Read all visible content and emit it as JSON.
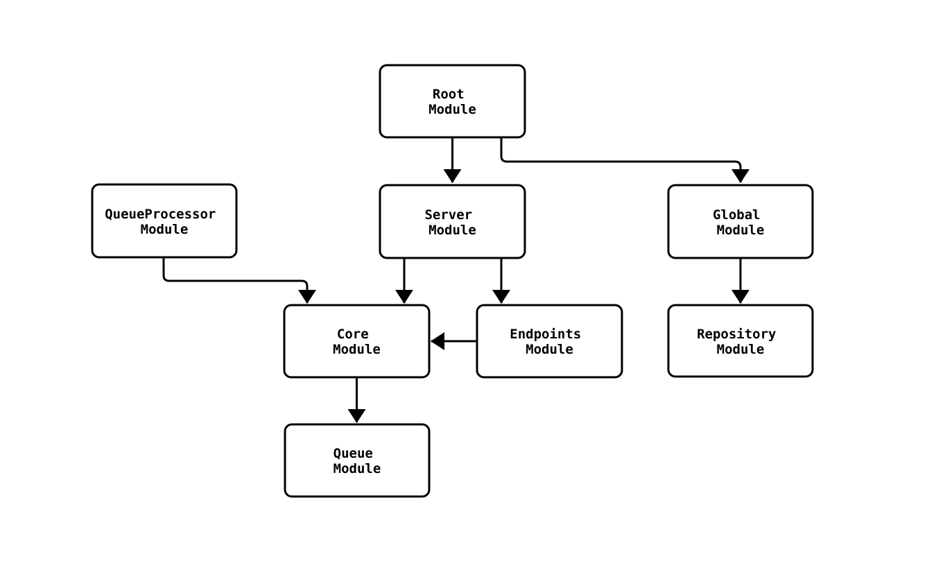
{
  "diagram": {
    "type": "module-dependency-graph",
    "background_color": "#ffffff",
    "node_style": {
      "fill": "#ffffff",
      "border_color": "#000000",
      "border_width": 3,
      "corner_radius": 10
    },
    "edge_style": {
      "color": "#000000",
      "width": 3,
      "arrowhead": "filled-triangle"
    },
    "nodes": {
      "root": {
        "line1": "Root",
        "line2": "Module",
        "label": "Root Module"
      },
      "queue_processor": {
        "line1": "QueueProcessor",
        "line2": "Module",
        "label": "QueueProcessor Module"
      },
      "server": {
        "line1": "Server",
        "line2": "Module",
        "label": "Server Module"
      },
      "global": {
        "line1": "Global",
        "line2": "Module",
        "label": "Global Module"
      },
      "core": {
        "line1": "Core",
        "line2": "Module",
        "label": "Core Module"
      },
      "endpoints": {
        "line1": "Endpoints",
        "line2": "Module",
        "label": "Endpoints Module"
      },
      "repository": {
        "line1": "Repository",
        "line2": "Module",
        "label": "Repository Module"
      },
      "queue": {
        "line1": "Queue",
        "line2": "Module",
        "label": "Queue Module"
      }
    },
    "edges": [
      {
        "from": "Root Module",
        "to": "Server Module"
      },
      {
        "from": "Root Module",
        "to": "Global Module"
      },
      {
        "from": "QueueProcessor Module",
        "to": "Core Module"
      },
      {
        "from": "Server Module",
        "to": "Core Module"
      },
      {
        "from": "Server Module",
        "to": "Endpoints Module"
      },
      {
        "from": "Endpoints Module",
        "to": "Core Module"
      },
      {
        "from": "Global Module",
        "to": "Repository Module"
      },
      {
        "from": "Core Module",
        "to": "Queue Module"
      }
    ]
  }
}
